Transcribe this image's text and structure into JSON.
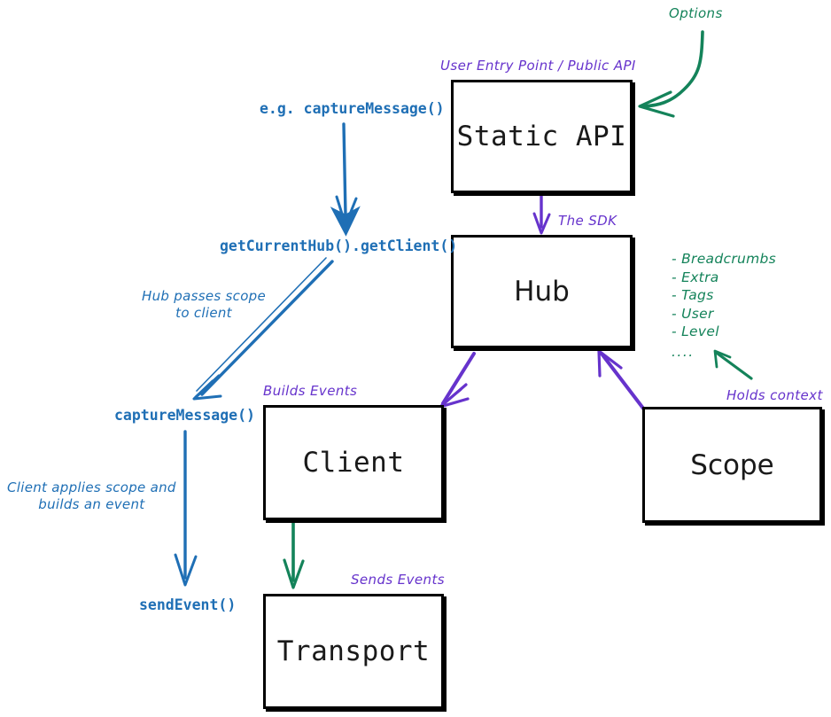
{
  "diagram": {
    "title": "Sentry SDK architecture flow",
    "colors": {
      "ink_black": "#111111",
      "ink_blue": "#1f6fb5",
      "ink_purple": "#6633cc",
      "ink_green": "#14835a",
      "background": "#ffffff"
    }
  },
  "nodes": [
    {
      "id": "static-api",
      "label": "Static API",
      "font": "mono"
    },
    {
      "id": "hub",
      "label": "Hub",
      "font": "sans"
    },
    {
      "id": "client",
      "label": "Client",
      "font": "mono"
    },
    {
      "id": "scope",
      "label": "Scope",
      "font": "sans"
    },
    {
      "id": "transport",
      "label": "Transport",
      "font": "mono"
    }
  ],
  "annotations": {
    "options": "Options",
    "user_entry_point": "User Entry Point / Public API",
    "the_sdk": "The SDK",
    "builds_events": "Builds Events",
    "sends_events": "Sends Events",
    "holds_context": "Holds context",
    "eg_capture_message": "e.g. captureMessage()",
    "get_current_hub": "getCurrentHub().getClient()",
    "capture_message": "captureMessage()",
    "send_event": "sendEvent()",
    "hub_passes_scope_line1": "Hub passes scope",
    "hub_passes_scope_line2": "to client",
    "client_applies_line1": "Client applies scope and",
    "client_applies_line2": "builds an event"
  },
  "context_list": {
    "items": [
      "- Breadcrumbs",
      "- Extra",
      "- Tags",
      "- User",
      "- Level"
    ],
    "ellipsis": "...."
  }
}
